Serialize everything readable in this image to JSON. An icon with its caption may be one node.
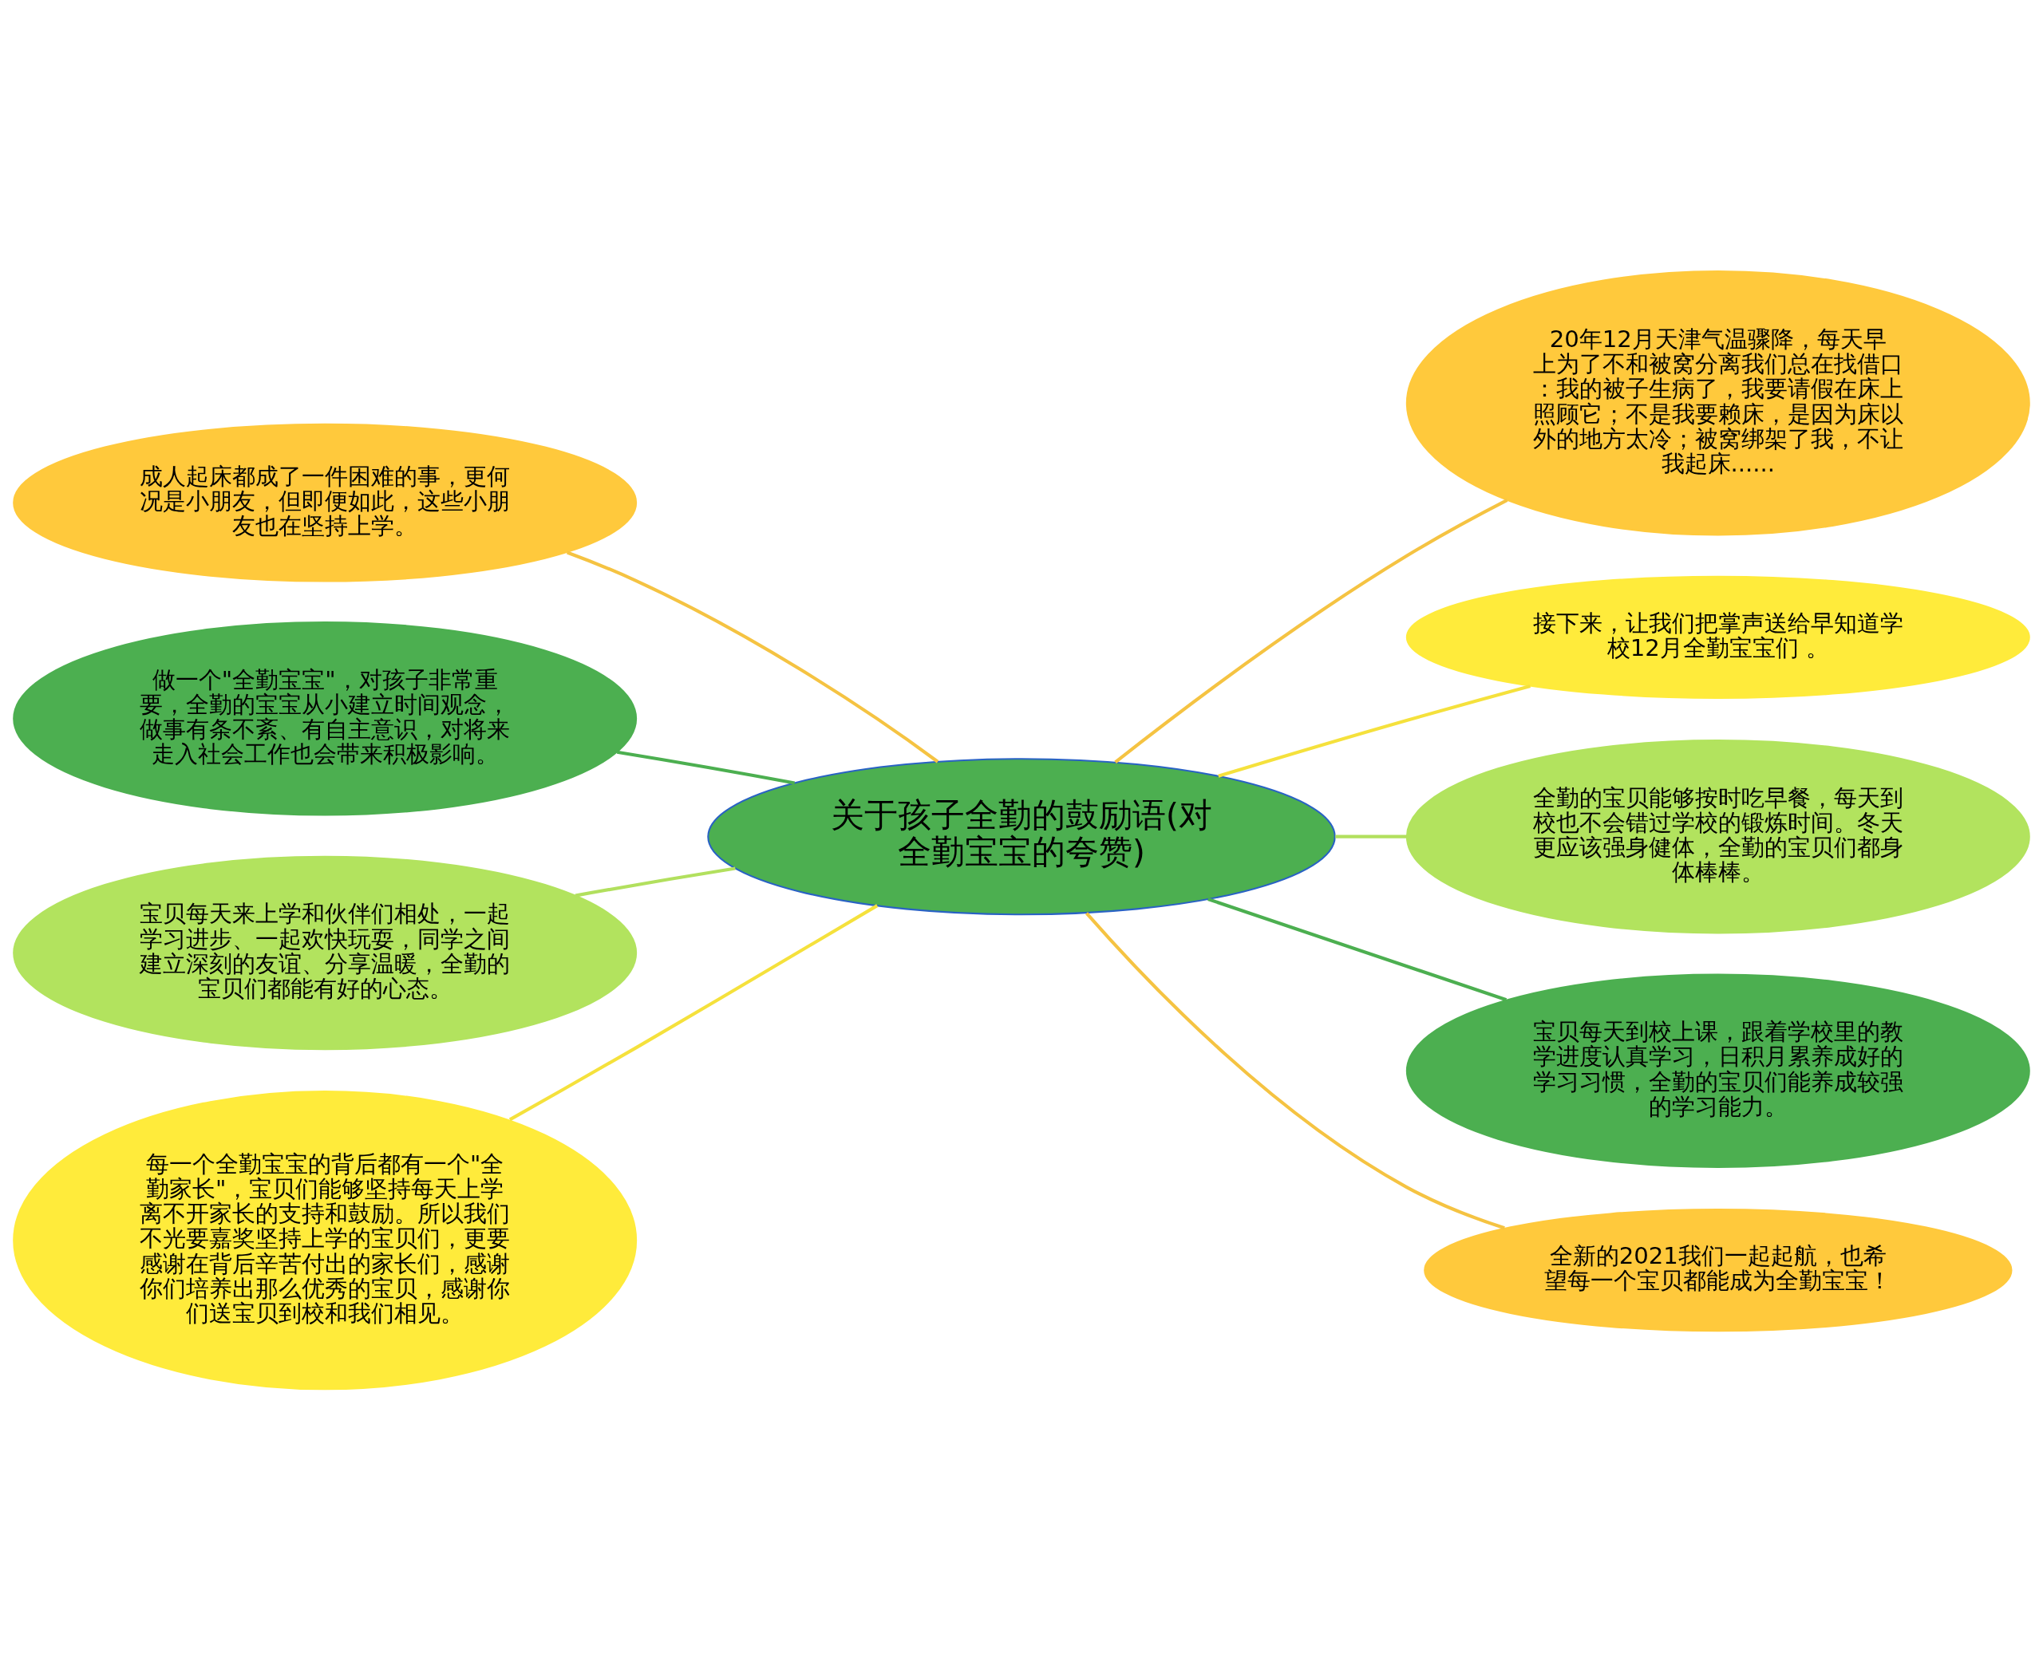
{
  "diagram": {
    "nodes": [
      {
        "text": [
          "关于孩子全勤的鼓励语(对全勤宝宝的夸赞)"
        ]
      },
      {
        "text": [
          "成人起床都成了一件困难的事，更何况是小朋友，但即便如此，这些小朋友也在坚持上学。"
        ]
      },
      {
        "text": [
          "做一个\"全勤宝宝\"，对孩子非常重要，全勤的宝宝从小建立时间观念，做事有条不紊、有自主意识，对将来走入社会工作也会带来积极影响。"
        ]
      },
      {
        "text": [
          "宝贝每天来上学和伙伴们相处，一起学习进步、一起欢快玩耍，同学之间建立深刻的友谊、分享温暖，全勤的宝贝们都能有好的心态。"
        ]
      },
      {
        "text": [
          "每一个全勤宝宝的背后都有一个\"全勤家长\"，宝贝们能够坚持每天上学离不开家长的支持和鼓励。所以我们不光要嘉奖坚持上学的宝贝们，更要感谢在背后辛苦付出的家长们，感谢你们培养出那么优秀的宝贝，感谢你们送宝贝到校和我们相见。"
        ]
      },
      {
        "text": [
          "20年12月天津气温骤降，每天早上为了不和被窝分离我们总在找借口：我的被子生病了，我要请假在床上照顾它；不是我要赖床，是因为床以外的地方太冷；被窝绑架了我，不让我起床......"
        ]
      },
      {
        "text": [
          "接下来，让我们把掌声送给早知道学校12月全勤宝宝们 。"
        ]
      },
      {
        "text": [
          "全勤的宝贝能够按时吃早餐，每天到校也不会错过学校的锻炼时间。冬天更应该强身健体，全勤的宝贝们都身体棒棒。"
        ]
      },
      {
        "text": [
          "宝贝每天到校上课，跟着学校里的教学进度认真学习，日积月累养成好的学习习惯，全勤的宝贝们能养成较强的学习能力。"
        ]
      },
      {
        "text": [
          "全新的2021我们一起起航，也希望每一个宝贝都能成为全勤宝宝！"
        ]
      }
    ],
    "edges": [
      {
        "from": 0,
        "to": 1,
        "arrow": "none",
        "color": "#f5c342"
      },
      {
        "from": 0,
        "to": 2,
        "arrow": "none",
        "color": "#4caf50"
      },
      {
        "from": 0,
        "to": 3,
        "arrow": "none",
        "color": "#b2e05e"
      },
      {
        "from": 0,
        "to": 4,
        "arrow": "none",
        "color": "#f5e13c"
      },
      {
        "from": 0,
        "to": 5,
        "arrow": "none",
        "color": "#f5c342"
      },
      {
        "from": 0,
        "to": 6,
        "arrow": "none",
        "color": "#f5e13c"
      },
      {
        "from": 0,
        "to": 7,
        "arrow": "none",
        "color": "#b2e05e"
      },
      {
        "from": 0,
        "to": 8,
        "arrow": "none",
        "color": "#4caf50"
      },
      {
        "from": 0,
        "to": 9,
        "arrow": "none",
        "color": "#f5c342"
      }
    ]
  }
}
